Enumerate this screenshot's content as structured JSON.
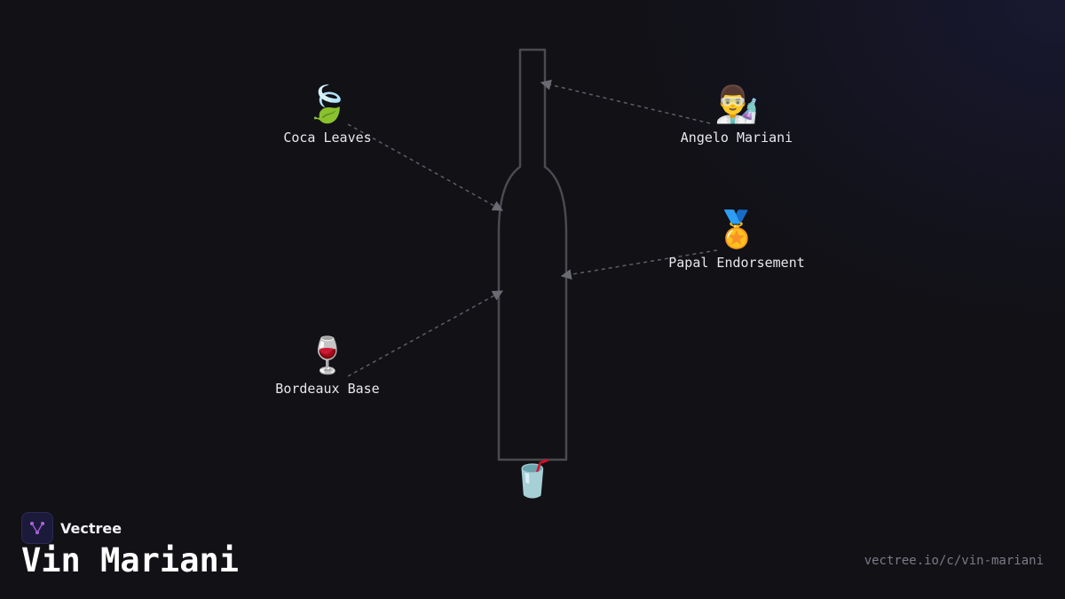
{
  "brand": {
    "name": "Vectree",
    "logo_icon": "vectree-logo-icon"
  },
  "title": "Vin Mariani",
  "url": "vectree.io/c/vin-mariani",
  "center": {
    "shape": "wine-bottle-outline",
    "bottom_icon": "cup-with-straw-icon",
    "bottom_emoji": "🥤"
  },
  "nodes": [
    {
      "id": "coca",
      "label": "Coca Leaves",
      "emoji": "🍃",
      "icon": "leaf-icon"
    },
    {
      "id": "angelo",
      "label": "Angelo Mariani",
      "emoji": "👨‍🔬",
      "icon": "scientist-icon"
    },
    {
      "id": "papal",
      "label": "Papal Endorsement",
      "emoji": "🏅",
      "icon": "medal-icon"
    },
    {
      "id": "bordeaux",
      "label": "Bordeaux Base",
      "emoji": "🍷",
      "icon": "wine-glass-icon"
    }
  ],
  "colors": {
    "background": "#111116",
    "bottle_stroke": "#4a4a50",
    "connector": "#6a6a72",
    "text": "#e8e8ec",
    "url": "#7b7b86"
  }
}
